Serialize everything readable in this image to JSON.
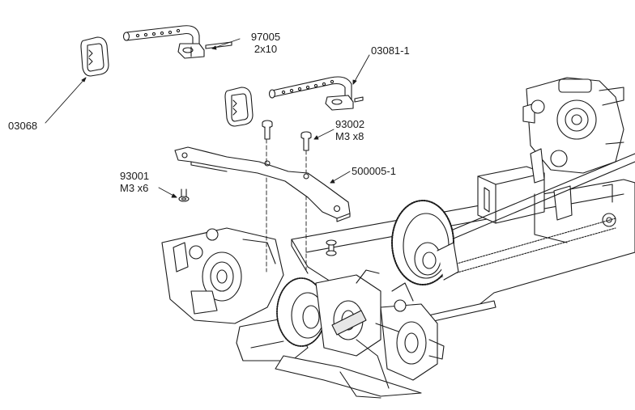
{
  "callouts": {
    "p97005": {
      "part": "97005",
      "spec": "2x10"
    },
    "p03081": {
      "part": "03081-1"
    },
    "p03068": {
      "part": "03068"
    },
    "p93002": {
      "part": "93002",
      "spec": "M3 x8"
    },
    "p500005": {
      "part": "500005-1"
    },
    "p93001": {
      "part": "93001",
      "spec": "M3 x6"
    }
  },
  "colors": {
    "line": "#1a1a1a",
    "fill": "#ffffff",
    "shade": "#e6e6e6"
  }
}
